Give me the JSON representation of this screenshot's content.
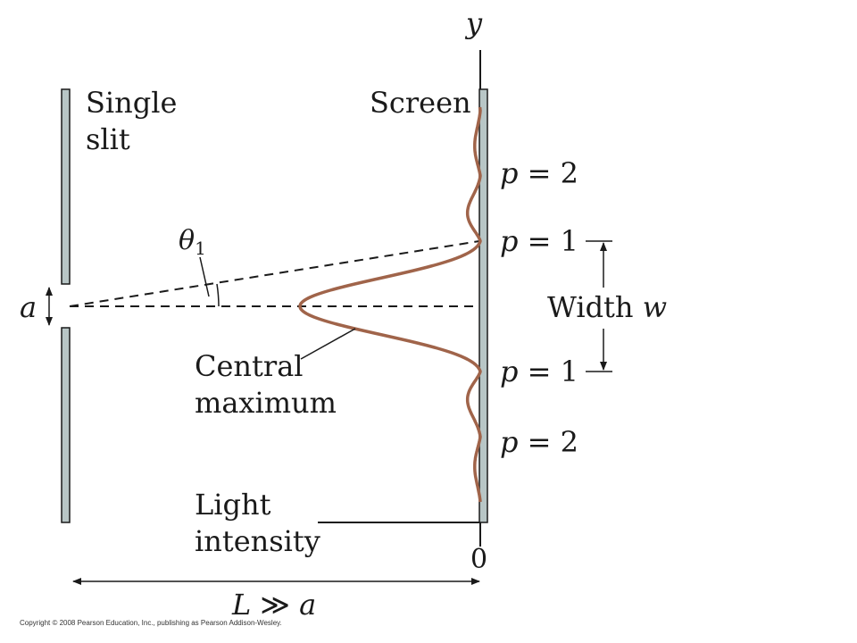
{
  "labels": {
    "axis_y": "y",
    "single_slit_line1": "Single",
    "single_slit_line2": "slit",
    "screen": "Screen",
    "theta": "θ",
    "theta_sub": "1",
    "slit_width": "a",
    "central_max_line1": "Central",
    "central_max_line2": "maximum",
    "light_int_line1": "Light",
    "light_int_line2": "intensity",
    "origin": "0",
    "width_text": "Width ",
    "width_var": "w",
    "distance_L": "L",
    "distance_rel": " ≫ ",
    "distance_a": "a"
  },
  "orders": [
    {
      "var": "p",
      "eq": " = ",
      "num": "2"
    },
    {
      "var": "p",
      "eq": " = ",
      "num": "1"
    },
    {
      "var": "p",
      "eq": " = ",
      "num": "1"
    },
    {
      "var": "p",
      "eq": " = ",
      "num": "2"
    }
  ],
  "copyright": "Copyright © 2008 Pearson Education, Inc., publishing as Pearson Addison-Wesley.",
  "colors": {
    "barrier_fill": "#b8c6c6",
    "outline": "#1a1a1a",
    "intensity_curve": "#a0644a",
    "dashed_line": "#1a1a1a"
  }
}
